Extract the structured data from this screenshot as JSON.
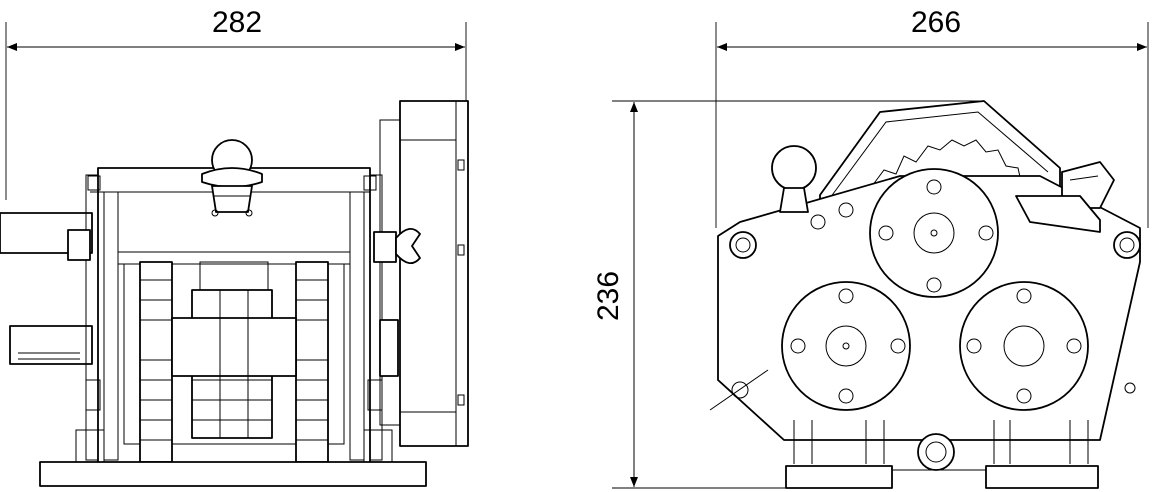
{
  "dimensions": {
    "front_width": "282",
    "side_width": "266",
    "side_height": "236"
  }
}
